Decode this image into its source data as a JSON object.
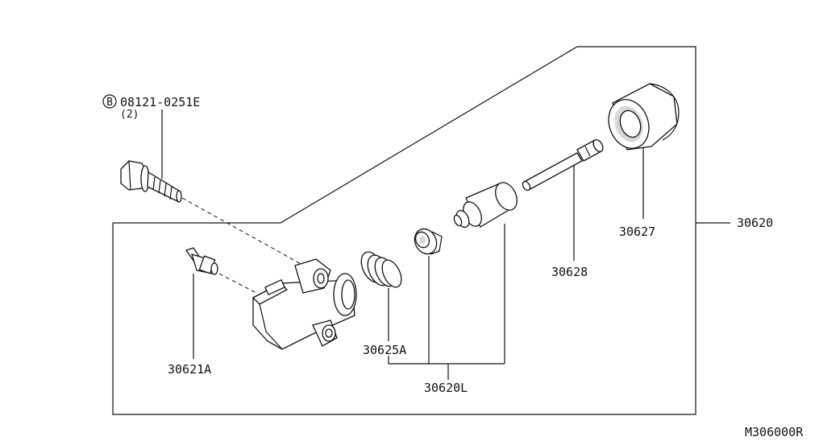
{
  "diagram": {
    "bolt_callout": {
      "marker": "B",
      "part_number": "08121-0251E",
      "quantity": "(2)"
    },
    "labels": {
      "bleeder": "30621A",
      "spring": "30625A",
      "kit": "30620L",
      "push_rod": "30628",
      "boot": "30627",
      "assembly": "30620"
    },
    "figure_code": "M306000R"
  }
}
